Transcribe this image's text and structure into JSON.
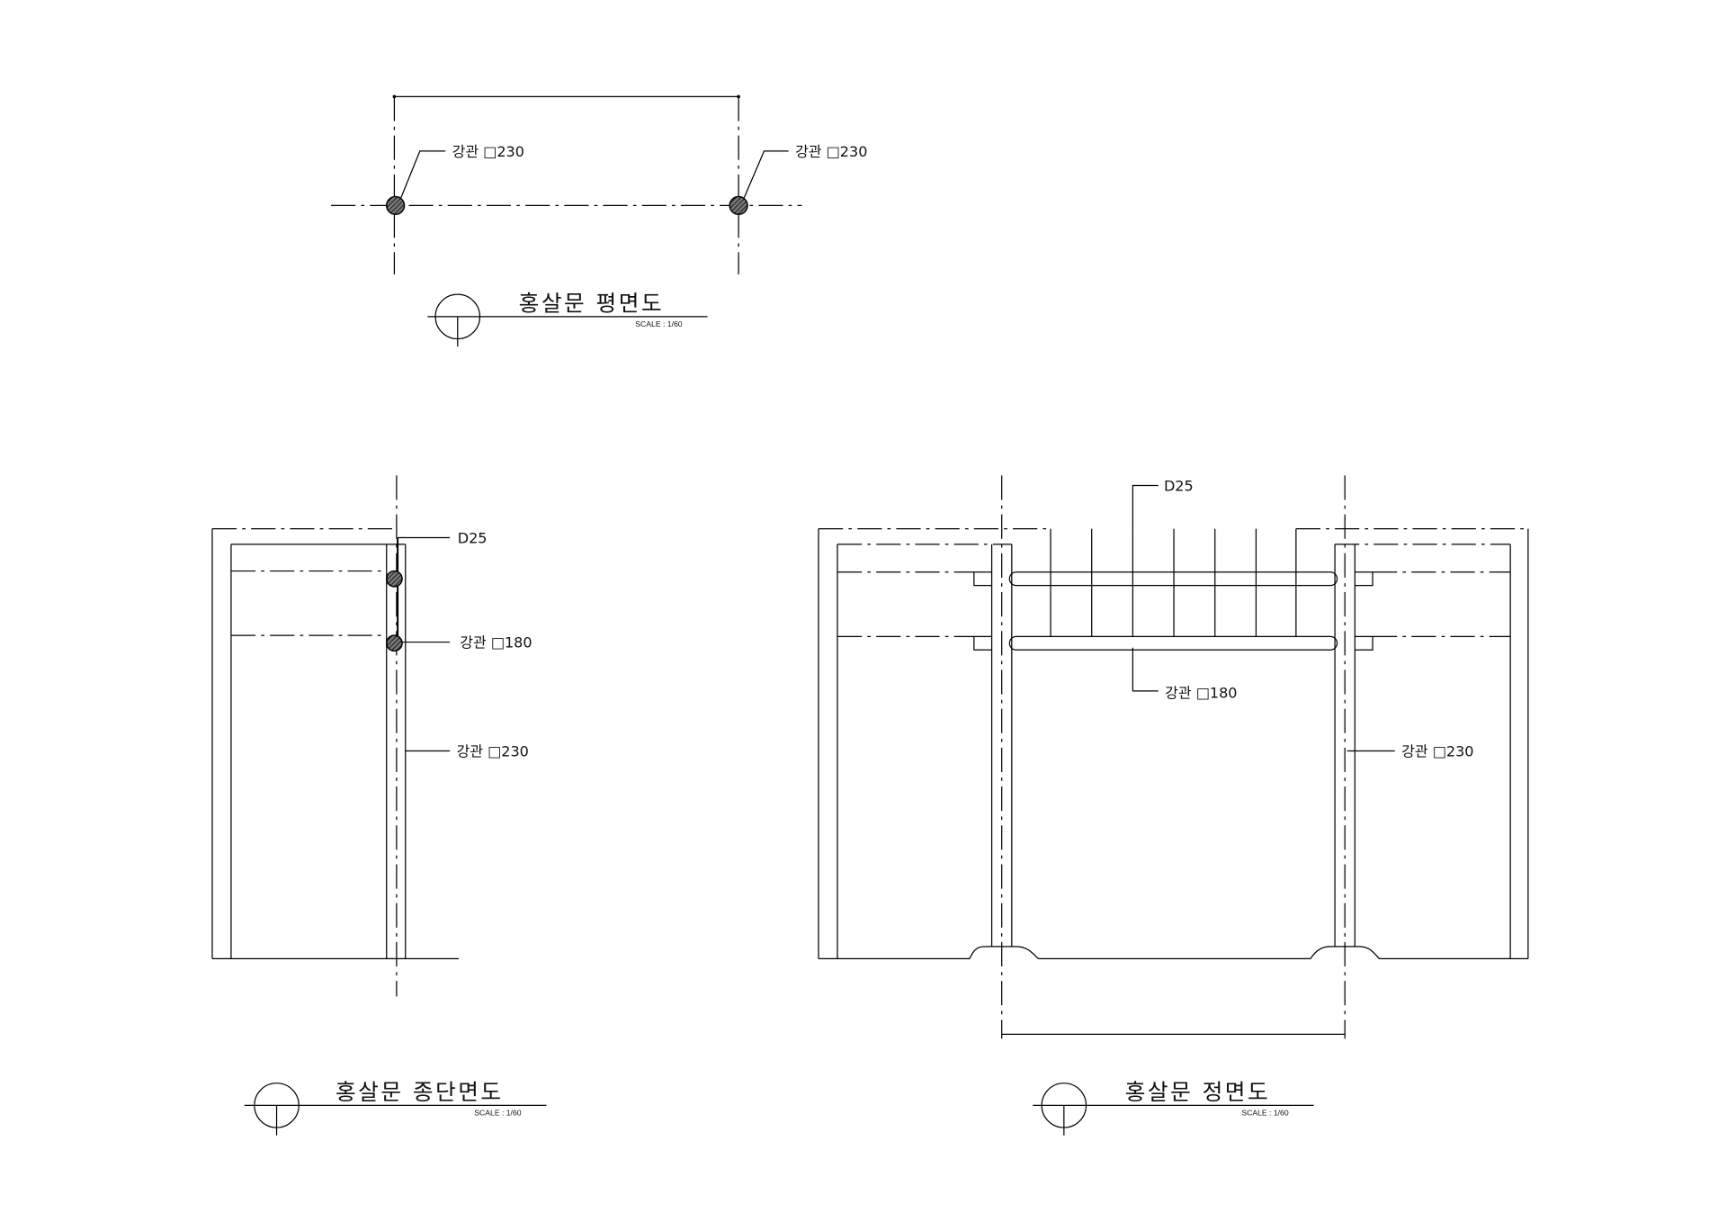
{
  "plan_view": {
    "title": "홍살문 평면도",
    "scale": "SCALE : 1/60",
    "labels": {
      "left_column": "강관 □230",
      "right_column": "강관 □230"
    }
  },
  "section_view": {
    "title": "홍살문 종단면도",
    "scale": "SCALE : 1/60",
    "labels": {
      "picket": "D25",
      "rail": "강관 □180",
      "column": "강관 □230"
    }
  },
  "front_view": {
    "title": "홍살문 정면도",
    "scale": "SCALE : 1/60",
    "labels": {
      "picket": "D25",
      "rail": "강관 □180",
      "column": "강관 □230"
    },
    "picket_count": 7
  }
}
